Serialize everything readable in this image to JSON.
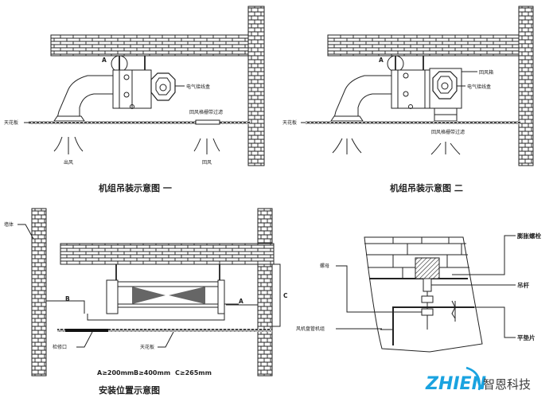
{
  "diagrams": {
    "top_left": {
      "title": "机组吊装示意图  一",
      "labels": {
        "a_marker": "A",
        "electrical_box": "电气接线盒",
        "ceiling": "天花板",
        "return_grille": "回风格栅带过滤",
        "supply_air": "出风",
        "return_air": "回风"
      }
    },
    "top_right": {
      "title": "机组吊装示意图  二",
      "labels": {
        "a_marker": "A",
        "return_box": "回风箱",
        "electrical_box": "电气接线盒",
        "ceiling": "天花板",
        "return_grille": "回风格栅带过滤"
      }
    },
    "bottom_left": {
      "title": "安装位置示意图",
      "labels": {
        "wall": "墙体",
        "b_marker": "B",
        "a_marker": "A",
        "c_marker": "C",
        "access_port": "检修口",
        "ceiling": "天花板"
      },
      "dimensions": {
        "a": "A≥200mm",
        "b": "B≥400mm",
        "c": "C≥265mm"
      }
    },
    "bottom_right": {
      "labels": {
        "expansion_bolt": "膨胀螺栓",
        "nut": "螺母",
        "rod": "吊杆",
        "fan_coil_plate": "风机盘管机组",
        "flat_washer": "平垫片"
      }
    }
  },
  "logo": {
    "text_en": "ZHIEN",
    "text_cn": "智恩科技",
    "color": "#1aa3e0"
  }
}
